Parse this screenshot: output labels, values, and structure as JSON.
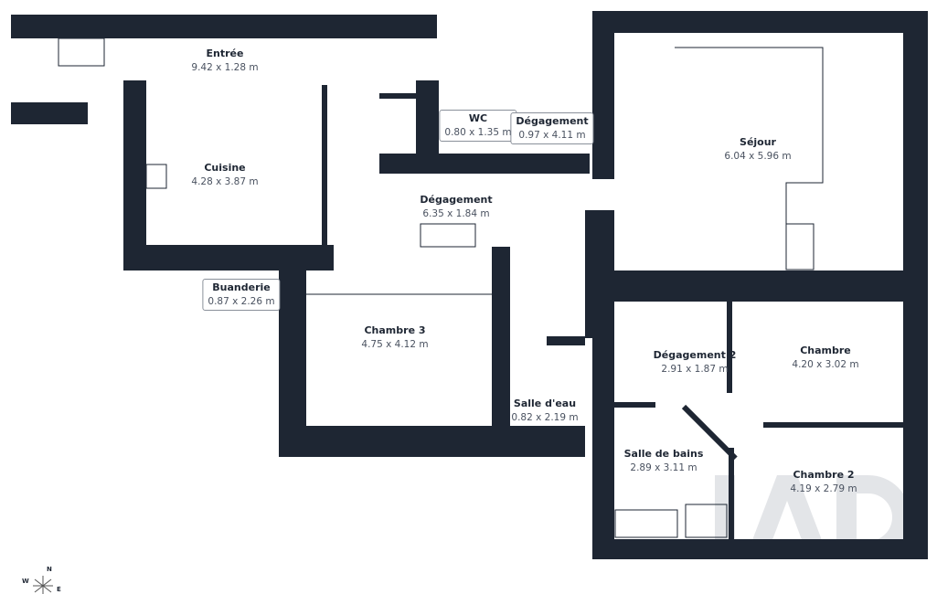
{
  "colors": {
    "wall": "#1e2633",
    "room": "#ffffff",
    "watermark": "#c9ccd2"
  },
  "rooms": [
    {
      "name": "Entrée",
      "dims": "9.42 x 1.28 m"
    },
    {
      "name": "Cuisine",
      "dims": "4.28 x 3.87 m"
    },
    {
      "name": "WC",
      "dims": "0.80 x 1.35 m"
    },
    {
      "name": "Dégagement",
      "dims": "0.97 x 4.11 m"
    },
    {
      "name": "Dégagement",
      "dims": "6.35 x 1.84 m"
    },
    {
      "name": "Buanderie",
      "dims": "0.87 x 2.26 m"
    },
    {
      "name": "Chambre 3",
      "dims": "4.75 x 4.12 m"
    },
    {
      "name": "Salle d'eau",
      "dims": "0.82 x 2.19 m"
    },
    {
      "name": "Séjour",
      "dims": "6.04 x 5.96 m"
    },
    {
      "name": "Dégagement 2",
      "dims": "2.91 x 1.87 m"
    },
    {
      "name": "Chambre",
      "dims": "4.20 x 3.02 m"
    },
    {
      "name": "Salle de bains",
      "dims": "2.89 x 3.11 m"
    },
    {
      "name": "Chambre 2",
      "dims": "4.19 x 2.79 m"
    }
  ],
  "compass": {
    "n": "N",
    "w": "W",
    "e": "E"
  }
}
